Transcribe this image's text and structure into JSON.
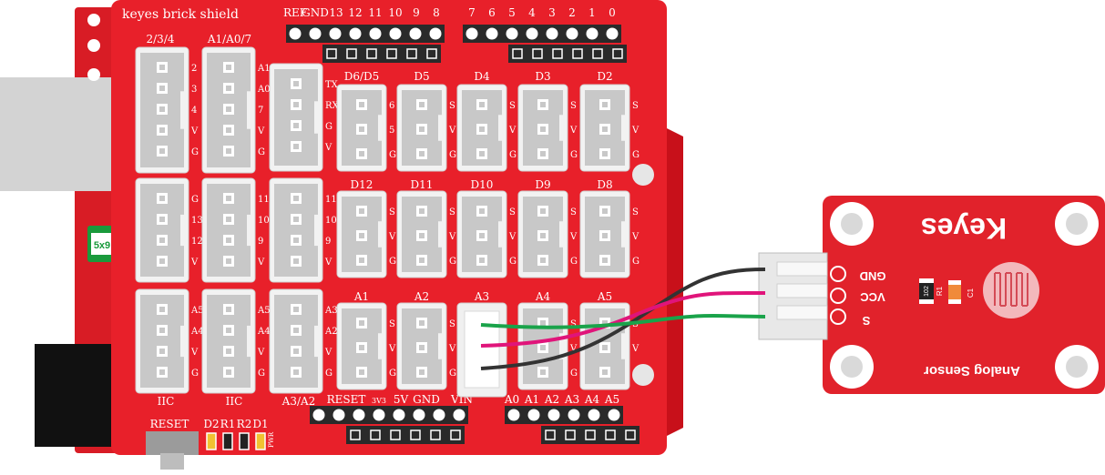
{
  "colors": {
    "board_red": "#e8202a",
    "board_dark_red": "#c8101a",
    "sensor_red": "#e1222b",
    "connector_white": "#f2f2f2",
    "connector_gray": "#c8c8c8",
    "wire_black": "#333333",
    "wire_red": "#e0147a",
    "wire_green": "#1aa34a",
    "usb_gray": "#d3d3d3",
    "jack_black": "#111111"
  },
  "shield": {
    "title": "keyes brick shield",
    "top_header_left": [
      "REF",
      "GND",
      "13",
      "12",
      "11",
      "10",
      "9",
      "8"
    ],
    "top_header_right": [
      "7",
      "6",
      "5",
      "4",
      "3",
      "2",
      "1",
      "0"
    ],
    "bottom_header_left": [
      "RESET",
      "3V3",
      "5V",
      "GND",
      "VIN"
    ],
    "bottom_header_right": [
      "A0",
      "A1",
      "A2",
      "A3",
      "A4",
      "A5"
    ],
    "col1_top_label": "2/3/4",
    "col2_top_label": "A1/A0/7",
    "col1_bottom_label": "IIC",
    "col2_bottom_label": "IIC",
    "col3_bottom_label": "A3/A2",
    "row1_labels": [
      "D6/D5",
      "D5",
      "D4",
      "D3",
      "D2"
    ],
    "row2_labels": [
      "D12",
      "D11",
      "D10",
      "D9",
      "D8"
    ],
    "row3_labels": [
      "A1",
      "A2",
      "A3",
      "A4",
      "A5"
    ],
    "c1a_pins": [
      "2",
      "3",
      "4",
      "V",
      "G"
    ],
    "c1b_pins": [
      "G",
      "13",
      "12",
      "V"
    ],
    "c1c_pins": [
      "A5",
      "A4",
      "V",
      "G"
    ],
    "c2a_pins": [
      "A1",
      "A0",
      "7",
      "V",
      "G"
    ],
    "c2b_pins": [
      "11",
      "10",
      "9",
      "V"
    ],
    "c2c_pins": [
      "A5",
      "A4",
      "V",
      "G"
    ],
    "c3a_pins": [
      "TX",
      "RX",
      "G",
      "V"
    ],
    "c3b_pins": [
      "11",
      "10",
      "9",
      "V"
    ],
    "c3c_pins": [
      "A3",
      "A2",
      "V",
      "G"
    ],
    "d6_pins": [
      "6",
      "5",
      "G"
    ],
    "svg_pins": [
      "S",
      "V",
      "G"
    ],
    "reset_label": "RESET",
    "leds": [
      "D2",
      "R1",
      "R2",
      "D1"
    ],
    "pwr_label": "PWR",
    "fuse_label": "5x9"
  },
  "sensor": {
    "brand": "Keyes",
    "name": "Analog Sensor",
    "pins": [
      "GND",
      "VCC",
      "S"
    ],
    "r1_label": "R1",
    "r1_code": "102",
    "c1_label": "C1"
  }
}
